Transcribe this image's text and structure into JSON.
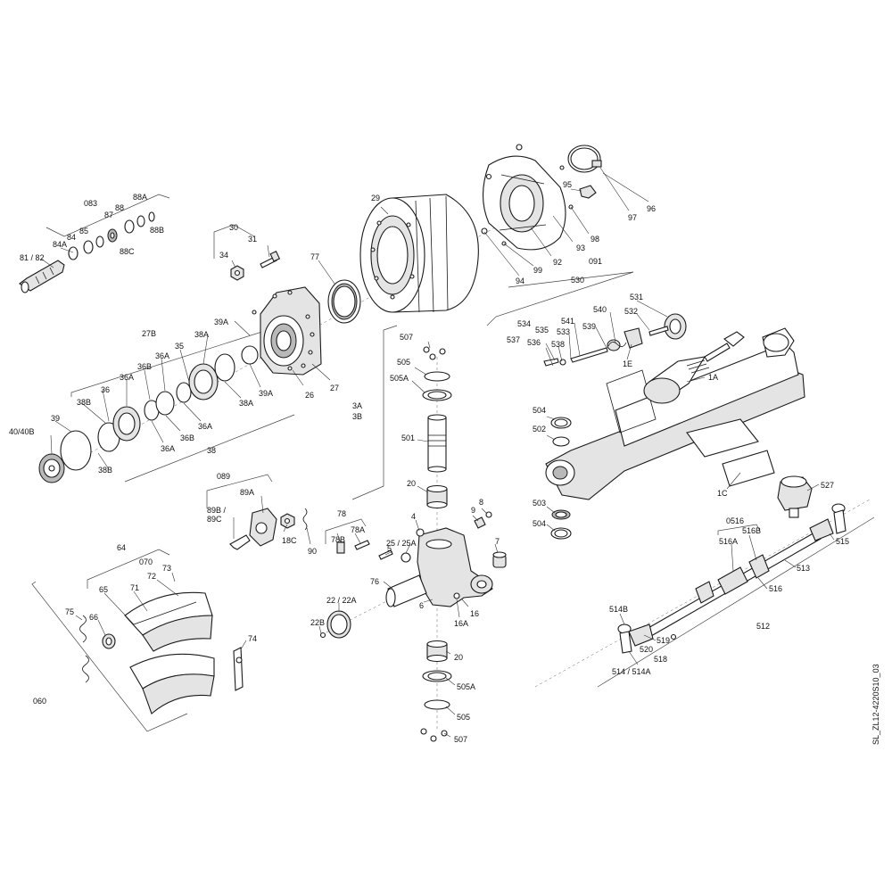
{
  "drawing_code": "SL_ZL12-4220S10_03",
  "labels": [
    {
      "id": "l_083",
      "text": "083"
    },
    {
      "id": "l_88A",
      "text": "88A"
    },
    {
      "id": "l_88",
      "text": "88"
    },
    {
      "id": "l_87",
      "text": "87"
    },
    {
      "id": "l_85",
      "text": "85"
    },
    {
      "id": "l_84",
      "text": "84"
    },
    {
      "id": "l_84A",
      "text": "84A"
    },
    {
      "id": "l_88B",
      "text": "88B"
    },
    {
      "id": "l_88C",
      "text": "88C"
    },
    {
      "id": "l_8182",
      "text": "81 / 82"
    },
    {
      "id": "l_30",
      "text": "30"
    },
    {
      "id": "l_31",
      "text": "31"
    },
    {
      "id": "l_34",
      "text": "34"
    },
    {
      "id": "l_29",
      "text": "29"
    },
    {
      "id": "l_77",
      "text": "77"
    },
    {
      "id": "l_95",
      "text": "95"
    },
    {
      "id": "l_97",
      "text": "97"
    },
    {
      "id": "l_96",
      "text": "96"
    },
    {
      "id": "l_92",
      "text": "92"
    },
    {
      "id": "l_93",
      "text": "93"
    },
    {
      "id": "l_98",
      "text": "98"
    },
    {
      "id": "l_091",
      "text": "091"
    },
    {
      "id": "l_99",
      "text": "99"
    },
    {
      "id": "l_94",
      "text": "94"
    },
    {
      "id": "l_530",
      "text": "530"
    },
    {
      "id": "l_531",
      "text": "531"
    },
    {
      "id": "l_532",
      "text": "532"
    },
    {
      "id": "l_540",
      "text": "540"
    },
    {
      "id": "l_534",
      "text": "534"
    },
    {
      "id": "l_541",
      "text": "541"
    },
    {
      "id": "l_535",
      "text": "535"
    },
    {
      "id": "l_537",
      "text": "537"
    },
    {
      "id": "l_536",
      "text": "536"
    },
    {
      "id": "l_538",
      "text": "538"
    },
    {
      "id": "l_533",
      "text": "533"
    },
    {
      "id": "l_539",
      "text": "539"
    },
    {
      "id": "l_1E",
      "text": "1E"
    },
    {
      "id": "l_1A",
      "text": "1A"
    },
    {
      "id": "l_1C",
      "text": "1C"
    },
    {
      "id": "l_527",
      "text": "527"
    },
    {
      "id": "l_27B",
      "text": "27B"
    },
    {
      "id": "l_39A_a",
      "text": "39A"
    },
    {
      "id": "l_38A_a",
      "text": "38A"
    },
    {
      "id": "l_35",
      "text": "35"
    },
    {
      "id": "l_36A_a",
      "text": "36A"
    },
    {
      "id": "l_36B_a",
      "text": "36B"
    },
    {
      "id": "l_36A_b",
      "text": "36A"
    },
    {
      "id": "l_36",
      "text": "36"
    },
    {
      "id": "l_38B_a",
      "text": "38B"
    },
    {
      "id": "l_39",
      "text": "39"
    },
    {
      "id": "l_4040B",
      "text": "40/40B"
    },
    {
      "id": "l_38B_b",
      "text": "38B"
    },
    {
      "id": "l_36A_c",
      "text": "36A"
    },
    {
      "id": "l_36B_b",
      "text": "36B"
    },
    {
      "id": "l_36A_d",
      "text": "36A"
    },
    {
      "id": "l_38",
      "text": "38"
    },
    {
      "id": "l_38A_b",
      "text": "38A"
    },
    {
      "id": "l_39A_b",
      "text": "39A"
    },
    {
      "id": "l_26",
      "text": "26"
    },
    {
      "id": "l_27",
      "text": "27"
    },
    {
      "id": "l_507_a",
      "text": "507"
    },
    {
      "id": "l_505_a",
      "text": "505"
    },
    {
      "id": "l_505A_a",
      "text": "505A"
    },
    {
      "id": "l_3A",
      "text": "3A"
    },
    {
      "id": "l_3B",
      "text": "3B"
    },
    {
      "id": "l_501",
      "text": "501"
    },
    {
      "id": "l_20_a",
      "text": "20"
    },
    {
      "id": "l_504_a",
      "text": "504"
    },
    {
      "id": "l_502",
      "text": "502"
    },
    {
      "id": "l_503",
      "text": "503"
    },
    {
      "id": "l_504_b",
      "text": "504"
    },
    {
      "id": "l_089",
      "text": "089"
    },
    {
      "id": "l_89A",
      "text": "89A"
    },
    {
      "id": "l_89B",
      "text": "89B /"
    },
    {
      "id": "l_89C",
      "text": "89C"
    },
    {
      "id": "l_18C",
      "text": "18C"
    },
    {
      "id": "l_90",
      "text": "90"
    },
    {
      "id": "l_78",
      "text": "78"
    },
    {
      "id": "l_78A",
      "text": "78A"
    },
    {
      "id": "l_78B",
      "text": "78B"
    },
    {
      "id": "l_4",
      "text": "4"
    },
    {
      "id": "l_9",
      "text": "9"
    },
    {
      "id": "l_8",
      "text": "8"
    },
    {
      "id": "l_2525A",
      "text": "25 / 25A"
    },
    {
      "id": "l_5",
      "text": "5"
    },
    {
      "id": "l_7",
      "text": "7"
    },
    {
      "id": "l_76",
      "text": "76"
    },
    {
      "id": "l_6",
      "text": "6"
    },
    {
      "id": "l_16",
      "text": "16"
    },
    {
      "id": "l_16A",
      "text": "16A"
    },
    {
      "id": "l_2222A",
      "text": "22 / 22A"
    },
    {
      "id": "l_22B",
      "text": "22B"
    },
    {
      "id": "l_20_b",
      "text": "20"
    },
    {
      "id": "l_505A_b",
      "text": "505A"
    },
    {
      "id": "l_505_b",
      "text": "505"
    },
    {
      "id": "l_507_b",
      "text": "507"
    },
    {
      "id": "l_64",
      "text": "64"
    },
    {
      "id": "l_070",
      "text": "070"
    },
    {
      "id": "l_73",
      "text": "73"
    },
    {
      "id": "l_72",
      "text": "72"
    },
    {
      "id": "l_65",
      "text": "65"
    },
    {
      "id": "l_71",
      "text": "71"
    },
    {
      "id": "l_75",
      "text": "75"
    },
    {
      "id": "l_66",
      "text": "66"
    },
    {
      "id": "l_74",
      "text": "74"
    },
    {
      "id": "l_060",
      "text": "060"
    },
    {
      "id": "l_0516",
      "text": "0516"
    },
    {
      "id": "l_516A",
      "text": "516A"
    },
    {
      "id": "l_516B",
      "text": "516B"
    },
    {
      "id": "l_515",
      "text": "515"
    },
    {
      "id": "l_513",
      "text": "513"
    },
    {
      "id": "l_516",
      "text": "516"
    },
    {
      "id": "l_514B",
      "text": "514B"
    },
    {
      "id": "l_512",
      "text": "512"
    },
    {
      "id": "l_519",
      "text": "519"
    },
    {
      "id": "l_520",
      "text": "520"
    },
    {
      "id": "l_518",
      "text": "518"
    },
    {
      "id": "l_514",
      "text": "514 / 514A"
    }
  ]
}
